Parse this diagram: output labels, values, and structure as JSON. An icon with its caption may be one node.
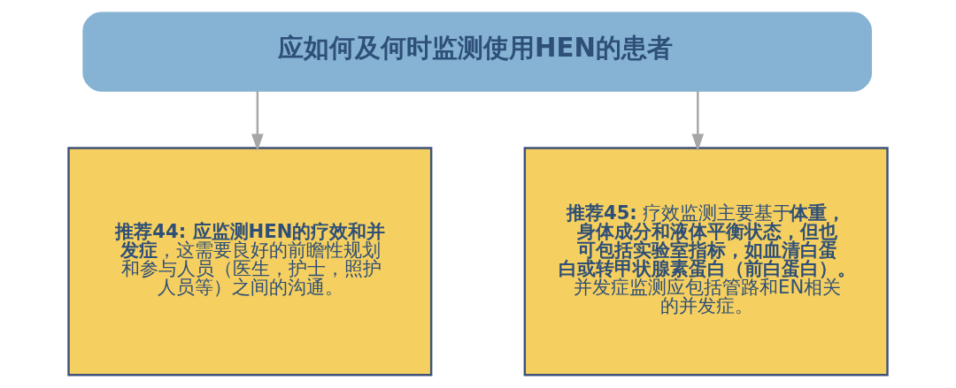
{
  "diagram": {
    "nodes": [
      {
        "text": [
          "应如何及何时监测使用HEN的患者"
        ]
      },
      {
        "text": [
          "**推荐44: 应监测HEN的疗效和并发症**，这需要良好的前瞻性规划和参与人员（医生，护士，照护人员等）之间的沟通。"
        ]
      },
      {
        "text": [
          "**推荐45:** 疗效监测主要基于**体重，身体成分和液体平衡状态，但也可包括实验室指标，如血清白蛋白或转甲状腺素蛋白（前白蛋白）。**并发症监测应包括管路和EN相关的并发症。"
        ]
      }
    ],
    "edges": [
      {
        "from": 0,
        "to": 1,
        "arrow": "to"
      },
      {
        "from": 0,
        "to": 2,
        "arrow": "to"
      }
    ]
  }
}
